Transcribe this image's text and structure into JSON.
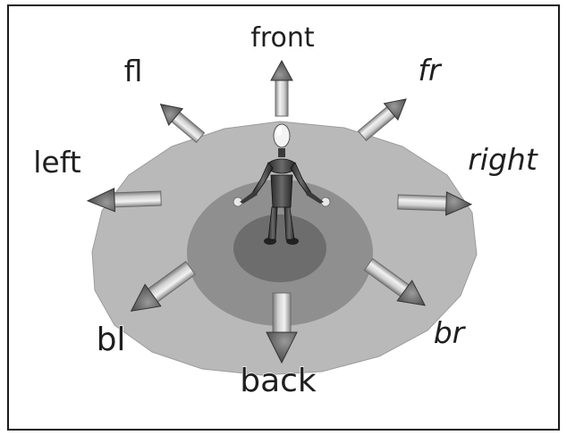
{
  "diagram": {
    "labels": {
      "front": "front",
      "fr": "fr",
      "right": "right",
      "br": "br",
      "back": "back",
      "bl": "bl",
      "left": "left",
      "fl": "fl"
    },
    "colors": {
      "outer_disc": "#b9b9b9",
      "middle_ring": "#8f8f8f",
      "inner_disc": "#6d6d6d",
      "arrow_body": "#cfcfcf",
      "arrow_head": "#5e5e5e",
      "label_text": "#1f1f1f"
    }
  }
}
